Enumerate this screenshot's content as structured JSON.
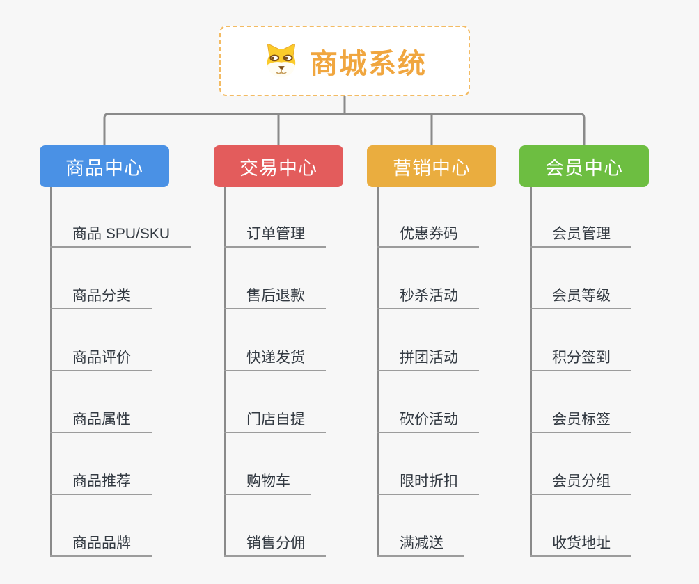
{
  "app": {
    "background_color": "#f7f7f7",
    "connector_color": "#8a8a8a",
    "underline_color": "#9c9c9c",
    "leaf_text_color": "#333a42"
  },
  "root": {
    "title": "商城系统",
    "icon": "shiba-dog-icon",
    "accent_color": "#f0a63f",
    "border_color": "#f3bb63",
    "background": "#ffffff"
  },
  "branches": [
    {
      "label": "商品中心",
      "color": "#4a91e5",
      "children": [
        "商品 SPU/SKU",
        "商品分类",
        "商品评价",
        "商品属性",
        "商品推荐",
        "商品品牌"
      ]
    },
    {
      "label": "交易中心",
      "color": "#e35c5c",
      "children": [
        "订单管理",
        "售后退款",
        "快递发货",
        "门店自提",
        "购物车",
        "销售分佣"
      ]
    },
    {
      "label": "营销中心",
      "color": "#eaad3f",
      "children": [
        "优惠券码",
        "秒杀活动",
        "拼团活动",
        "砍价活动",
        "限时折扣",
        "满减送"
      ]
    },
    {
      "label": "会员中心",
      "color": "#6dbe41",
      "children": [
        "会员管理",
        "会员等级",
        "积分签到",
        "会员标签",
        "会员分组",
        "收货地址"
      ]
    }
  ]
}
